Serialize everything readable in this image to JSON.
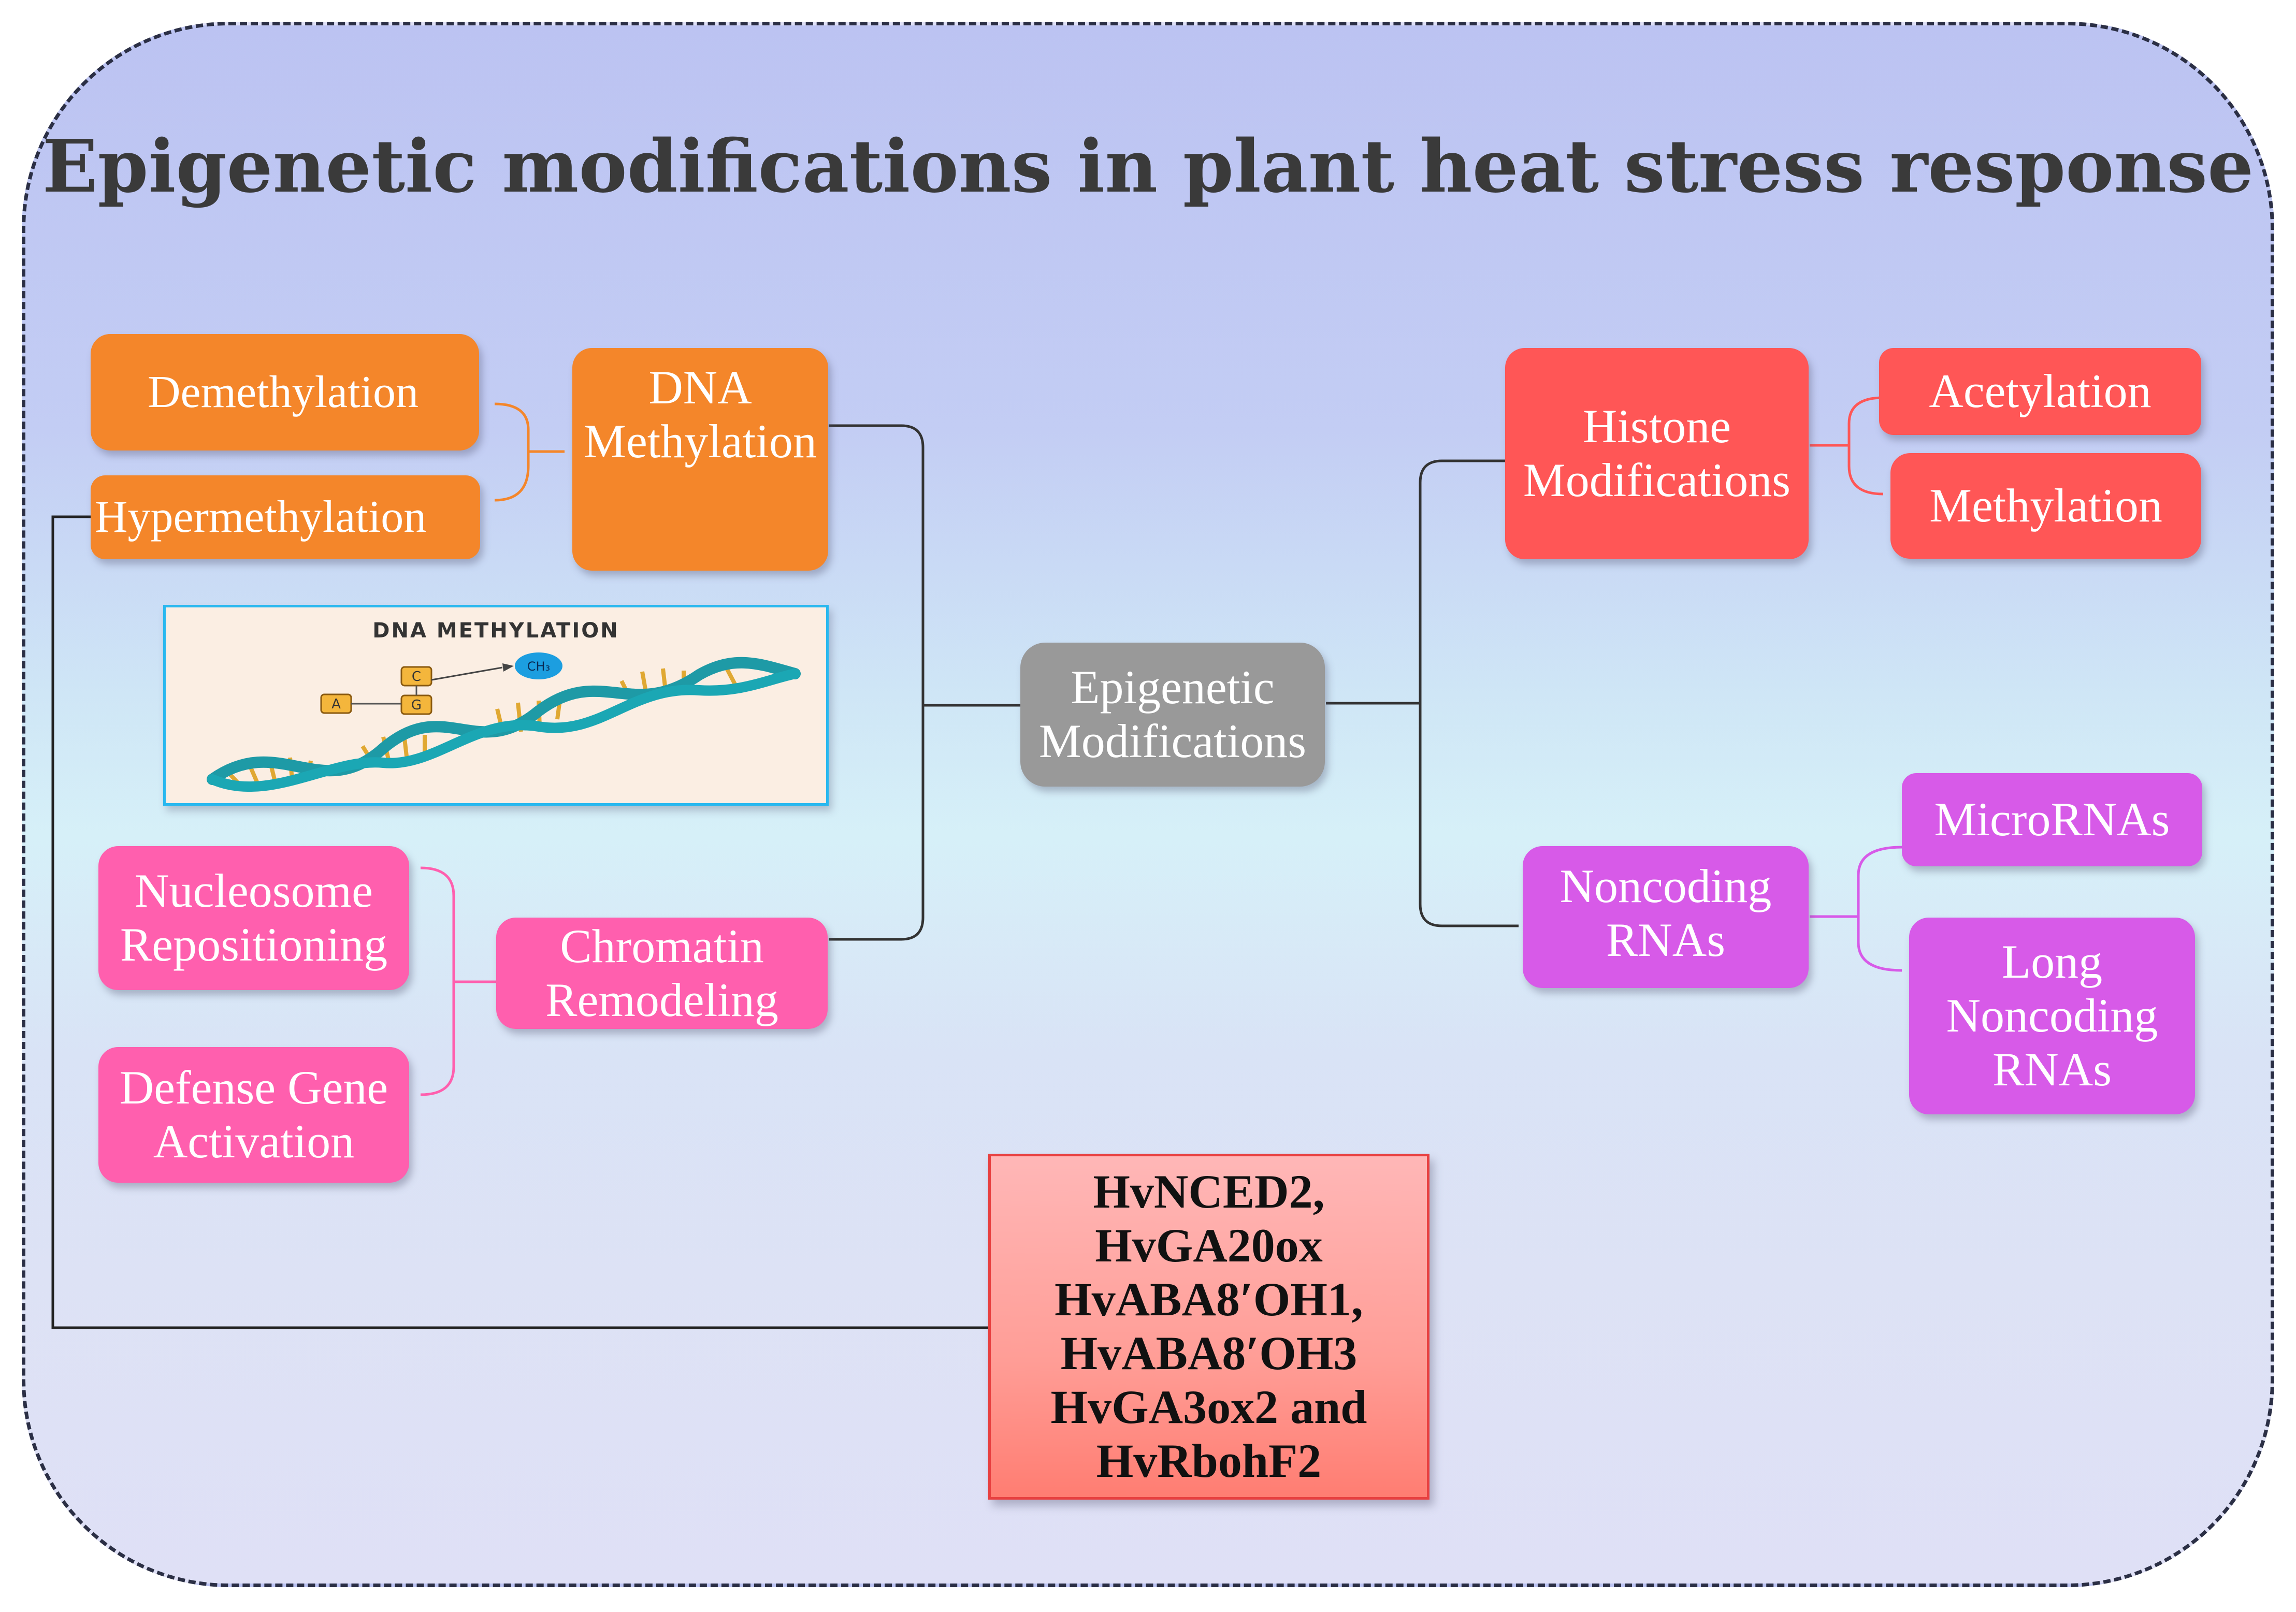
{
  "title": "Epigenetic modifications in plant heat stress response",
  "center": "Epigenetic\nModifications",
  "left": {
    "dna_methylation": "DNA\nMethylation",
    "demethylation": "Demethylation",
    "hypermethylation": "Hypermethylation",
    "chromatin_remodeling": "Chromatin\nRemodeling",
    "nucleosome_repositioning": "Nucleosome\nRepositioning",
    "defense_gene_activation": "Defense Gene\nActivation"
  },
  "right": {
    "histone_modifications": "Histone\nModifications",
    "acetylation": "Acetylation",
    "methylation": "Methylation",
    "noncoding_rnas": "Noncoding\nRNAs",
    "micrornas": "MicroRNAs",
    "long_noncoding_rnas": "Long\nNoncoding\nRNAs"
  },
  "genes": "HvNCED2,\nHvGA20ox\nHvABA8′OH1,\nHvABA8′OH3\nHvGA3ox2 and\nHvRbohF2",
  "illustration": {
    "title": "DNA METHYLATION",
    "base_labels": [
      "A",
      "C",
      "G"
    ],
    "methyl_label": "CH₃"
  },
  "colors": {
    "orange": "#f4862a",
    "red": "#ff5656",
    "magenta": "#d75ae8",
    "pink": "#ff5fae",
    "grey": "#999999"
  }
}
